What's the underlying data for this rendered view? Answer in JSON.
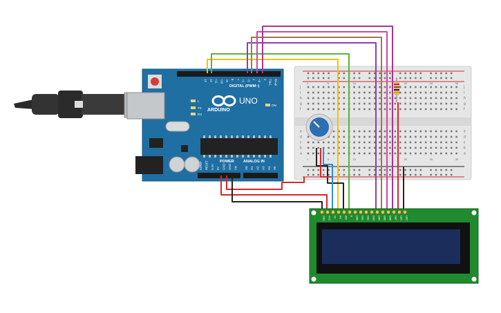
{
  "arduino": {
    "brand": "ARDUINO",
    "model": "UNO",
    "digital_label": "DIGITAL (PWM~)",
    "power_label": "POWER",
    "analog_label": "ANALOG IN",
    "aref": "AREF",
    "gnd": "GND",
    "on": "ON",
    "tx": "TX",
    "rx": "RX",
    "l": "L",
    "digital_pins": [
      "13",
      "12",
      "~11",
      "~10",
      "~9",
      "8",
      "7",
      "~6",
      "~5",
      "4",
      "~3",
      "2",
      "TX▸1",
      "RX◂0"
    ],
    "power_pins": [
      "IOREF",
      "RESET",
      "3.3V",
      "5V",
      "GND",
      "GND",
      "Vin"
    ],
    "analog_pins": [
      "A0",
      "A1",
      "A2",
      "A3",
      "A4",
      "A5"
    ]
  },
  "breadboard": {
    "columns": [
      "1",
      "5",
      "10",
      "15",
      "20",
      "25",
      "30"
    ],
    "rows_top": [
      "j",
      "i",
      "h",
      "g",
      "f"
    ],
    "rows_bottom": [
      "e",
      "d",
      "c",
      "b",
      "a"
    ]
  },
  "lcd": {
    "pins": [
      "GND",
      "VCC",
      "V0",
      "RS",
      "RW",
      "E",
      "DB0",
      "DB1",
      "DB2",
      "DB3",
      "DB4",
      "DB5",
      "DB6",
      "DB7",
      "LED",
      "LED"
    ]
  },
  "colors": {
    "arduino_board": "#1f6fa3",
    "breadboard": "#e6e6e6",
    "lcd_board": "#1f8a2e",
    "lcd_screen": "#1b2d5a",
    "potentiometer": "#2d6fb3",
    "wire_red": "#d62828",
    "wire_black": "#222222",
    "wire_yellow": "#f2c400",
    "wire_green": "#5ab33a",
    "wire_purple": "#8a3db3",
    "wire_brown": "#9c7a4a",
    "wire_pink": "#c84aa8",
    "wire_blue": "#2a8fd6"
  },
  "icons": [
    "usb-cable-icon",
    "arduino-infinity-logo-icon",
    "potentiometer-knob-icon",
    "resistor-icon"
  ]
}
